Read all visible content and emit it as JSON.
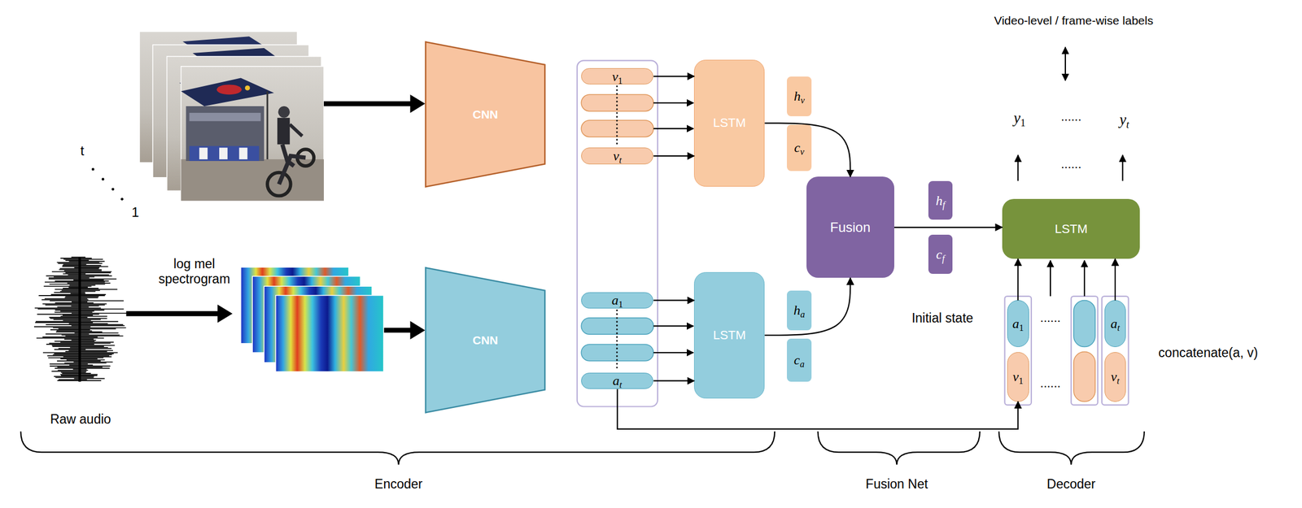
{
  "diagram": {
    "nodes": [
      {
        "text": [
          "CNN"
        ]
      },
      {
        "text": [
          "CNN"
        ]
      },
      {
        "text": [
          "v1"
        ]
      },
      {
        "text": [
          "vt"
        ]
      },
      {
        "text": [
          "a1"
        ]
      },
      {
        "text": [
          "at"
        ]
      },
      {
        "text": [
          "LSTM"
        ]
      },
      {
        "text": [
          "LSTM"
        ]
      },
      {
        "text": [
          "hv"
        ]
      },
      {
        "text": [
          "cv"
        ]
      },
      {
        "text": [
          "ha"
        ]
      },
      {
        "text": [
          "ca"
        ]
      },
      {
        "text": [
          "Fusion"
        ]
      },
      {
        "text": [
          "hf"
        ]
      },
      {
        "text": [
          "cf"
        ]
      },
      {
        "text": [
          "LSTM"
        ]
      },
      {
        "text": [
          "a1"
        ]
      },
      {
        "text": [
          "v1"
        ]
      },
      {
        "text": [
          "at"
        ]
      },
      {
        "text": [
          "vt"
        ]
      }
    ],
    "edges": [
      {
        "from": 2,
        "to": 6,
        "arrow": "to"
      },
      {
        "from": 3,
        "to": 6,
        "arrow": "to"
      },
      {
        "from": 4,
        "to": 7,
        "arrow": "to"
      },
      {
        "from": 5,
        "to": 7,
        "arrow": "to"
      },
      {
        "from": 6,
        "to": 12,
        "arrow": "to"
      },
      {
        "from": 7,
        "to": 12,
        "arrow": "to"
      },
      {
        "from": 12,
        "to": 15,
        "arrow": "to"
      },
      {
        "from": 16,
        "to": 15,
        "arrow": "to"
      },
      {
        "from": 18,
        "to": 15,
        "arrow": "to"
      },
      {
        "from": 5,
        "to": 17,
        "arrow": "to"
      }
    ],
    "labels": [
      "Video-level / frame-wise labels",
      "y1",
      "......",
      "yt",
      "......",
      "t",
      "1",
      "log mel spectrogram",
      "Initial state",
      "......",
      "......",
      "concatenate(a, v)",
      "Raw audio",
      "Encoder",
      "Fusion Net",
      "Decoder"
    ]
  }
}
